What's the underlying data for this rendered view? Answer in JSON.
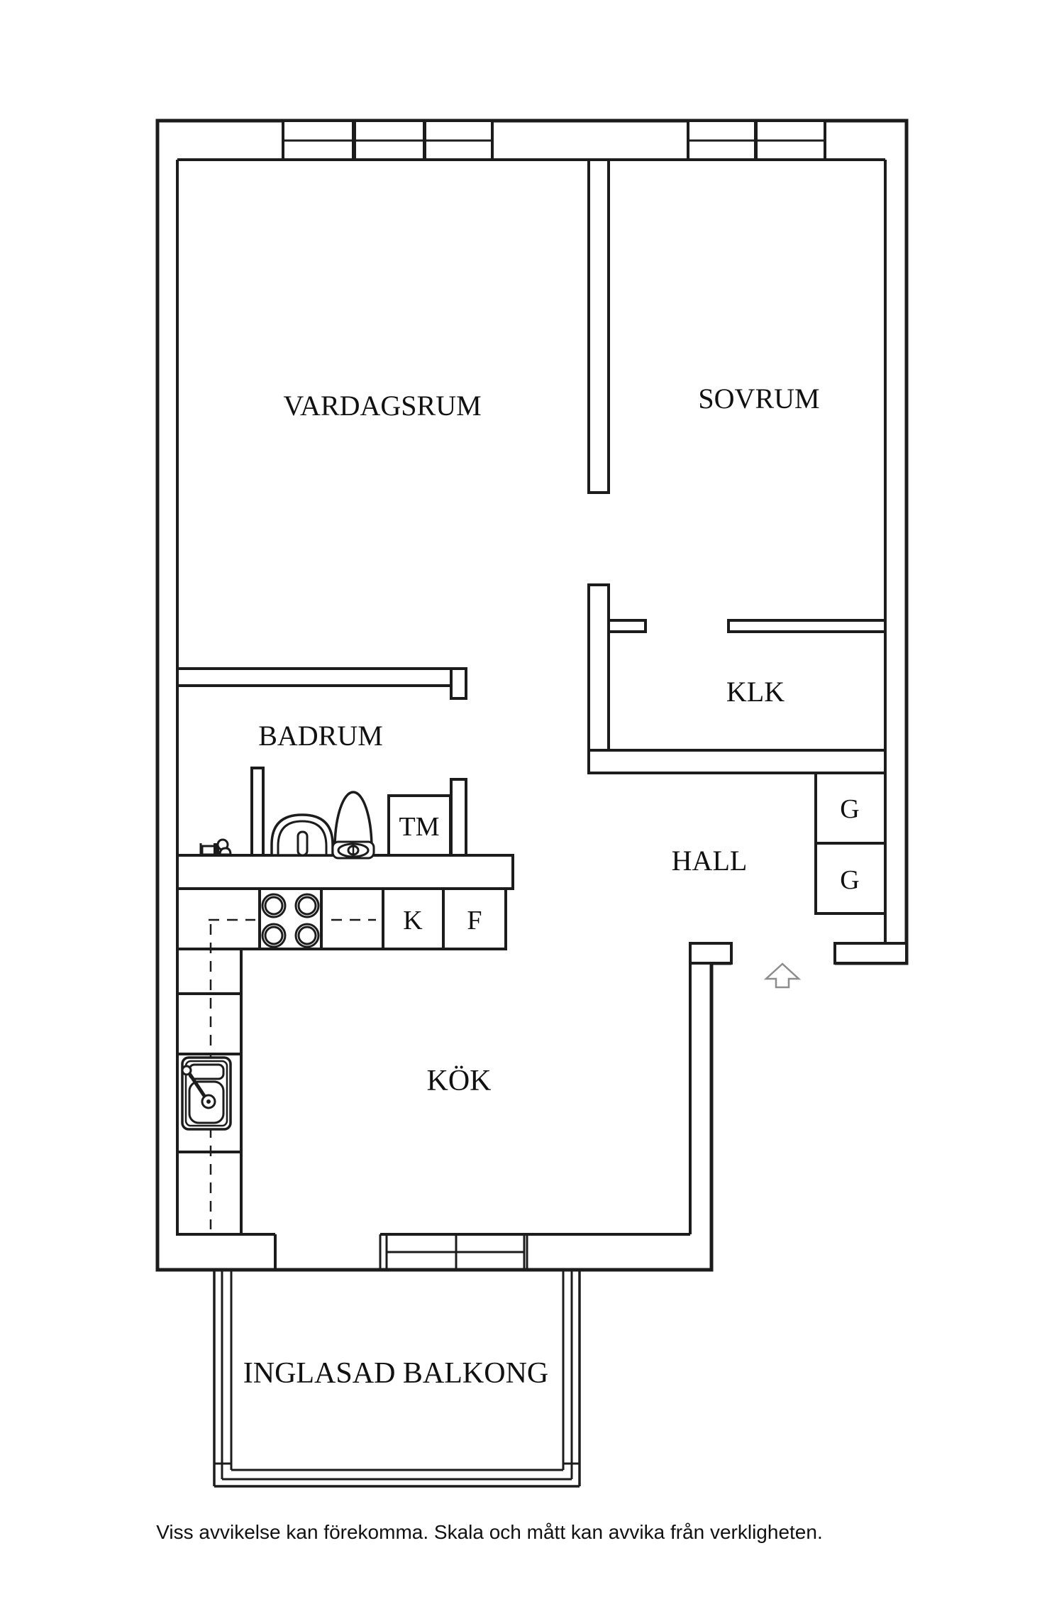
{
  "floorplan": {
    "rooms": {
      "vardagsrum": "VARDAGSRUM",
      "sovrum": "SOVRUM",
      "klk": "KLK",
      "badrum": "BADRUM",
      "hall": "HALL",
      "kok": "KÖK",
      "balkong": "INGLASAD BALKONG"
    },
    "fixtures": {
      "tm": "TM",
      "g_upper": "G",
      "g_lower": "G",
      "kyl": "K",
      "frys": "F"
    },
    "colors": {
      "line": "#1c1c1c",
      "background": "#ffffff",
      "entry_arrow_outline": "#8d8d8d"
    }
  },
  "footer": {
    "disclaimer": "Viss avvikelse kan förekomma. Skala och mått kan avvika från verkligheten."
  }
}
